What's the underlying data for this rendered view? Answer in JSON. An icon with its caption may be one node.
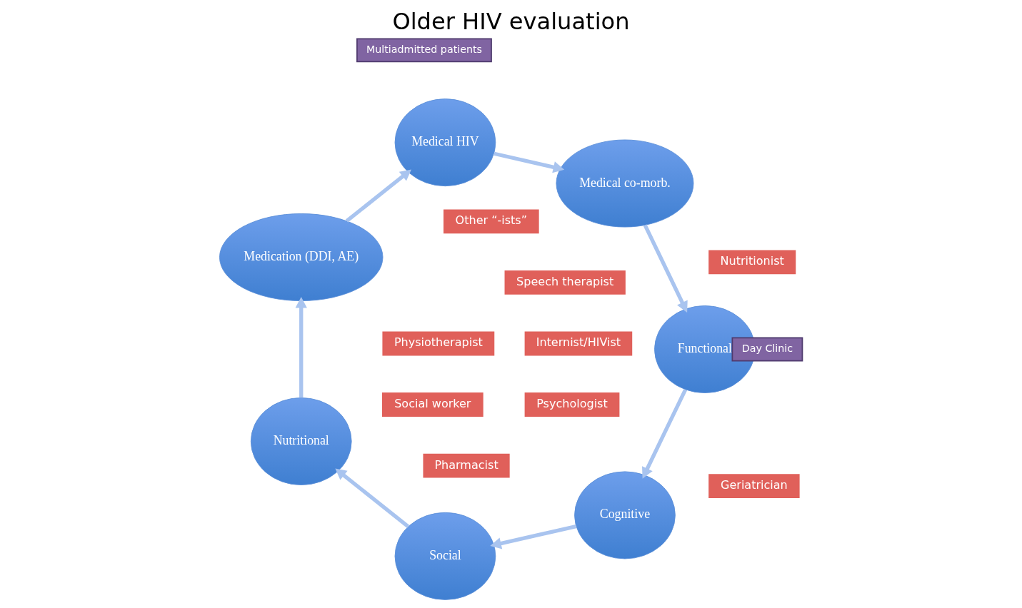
{
  "diagram": {
    "title": "Older HIV evaluation",
    "nodes": [
      {
        "text": [
          "Medication (DDI, AE)"
        ]
      },
      {
        "text": [
          "Medical HIV"
        ]
      },
      {
        "text": [
          "Multiadmitted patients"
        ]
      },
      {
        "text": [
          "Medical co-morb."
        ]
      },
      {
        "text": [
          "Functional"
        ]
      },
      {
        "text": [
          "Day Clinic"
        ]
      },
      {
        "text": [
          "Cognitive"
        ]
      },
      {
        "text": [
          "Social"
        ]
      },
      {
        "text": [
          "Nutritional"
        ]
      }
    ],
    "edges": [
      {
        "from": 0,
        "to": 1,
        "arrow": "to"
      },
      {
        "from": 1,
        "to": 3,
        "arrow": "to"
      },
      {
        "from": 3,
        "to": 4,
        "arrow": "to"
      },
      {
        "from": 4,
        "to": 6,
        "arrow": "to"
      },
      {
        "from": 6,
        "to": 7,
        "arrow": "to"
      },
      {
        "from": 7,
        "to": 8,
        "arrow": "to"
      },
      {
        "from": 8,
        "to": 0,
        "arrow": "to"
      }
    ],
    "labels": [
      "Pharmacist",
      "Internist/HIVist",
      "Other “-ists”",
      "Geriatrician",
      "Nutritionist",
      "Psychologist",
      "Physiotherapist",
      "Social worker",
      "Speech therapist"
    ]
  }
}
